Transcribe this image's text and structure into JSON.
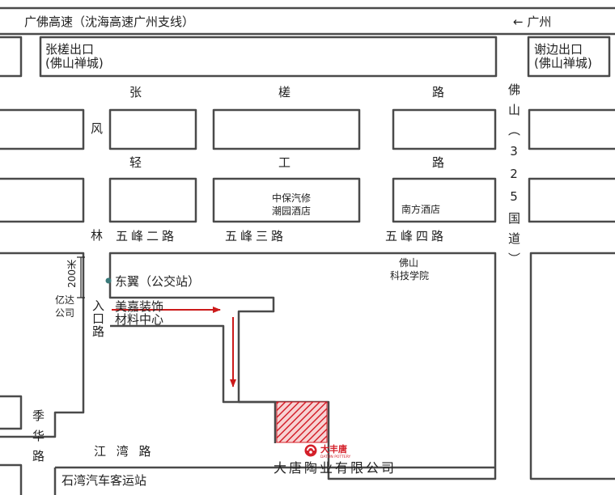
{
  "expressway": {
    "label": "广佛高速（沈海高速广州支线）",
    "direction": "← 广州"
  },
  "exits": [
    {
      "name": "张槎出口",
      "city": "(佛山禅城)"
    },
    {
      "name": "谢边出口",
      "city": "(佛山禅城)"
    }
  ],
  "roads": {
    "zhangcha": [
      "张",
      "槎",
      "路"
    ],
    "qinggong": [
      "轻",
      "工",
      "路"
    ],
    "fenglin_top": "风",
    "fenglin_mid": "林",
    "fenglin_bottom": "入口路",
    "wufeng2": "五峰二路",
    "wufeng3": "五峰三路",
    "wufeng4": "五峰四路",
    "national_road": "佛山（325国道）",
    "jiwa": "季华路",
    "jiangwan": "江 湾 路",
    "distance": "200米"
  },
  "places": {
    "zhongbao": [
      "中保汽修",
      "潮园酒店"
    ],
    "nanfang": "南方酒店",
    "institute": [
      "佛山",
      "科技学院"
    ],
    "bus_stop": "东翼（公交站）",
    "yida": [
      "亿达",
      "公司"
    ],
    "meijia": [
      "美嘉装饰",
      "材料中心"
    ],
    "bus_station": "石湾汽车客运站",
    "company": "大唐陶业有限公司"
  },
  "logo": {
    "brand": "大丰唐",
    "sub": "DATON POTTERY",
    "color": "#d4202a"
  },
  "colors": {
    "route": "#cc1a1a",
    "road_line": "#4a4a4a",
    "destination": "#d4202a"
  }
}
